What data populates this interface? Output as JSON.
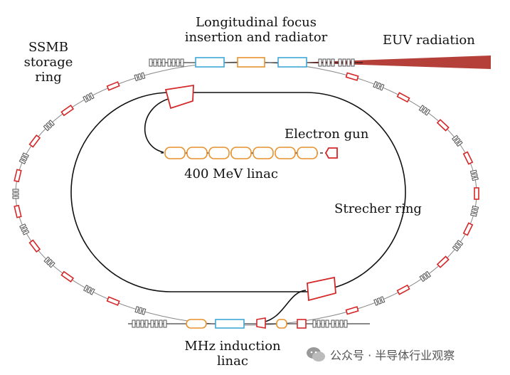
{
  "labels": {
    "longitudinal": "Longitudinal focus\ninsertion and radiator",
    "euv": "EUV radiation",
    "ssmb": "SSMB\nstorage\nring",
    "electron_gun": "Electron gun",
    "linac": "400 MeV linac",
    "strecher": "Strecher ring",
    "mhz": "MHz induction\nlinac"
  },
  "watermark": "公众号 · 半导体行业观察",
  "colors": {
    "beam": "#b5403a",
    "dipole": "#d62728",
    "quad": "#555555",
    "rf": "#e8912d",
    "undulator": "#3fa7d6",
    "line": "#111111"
  }
}
